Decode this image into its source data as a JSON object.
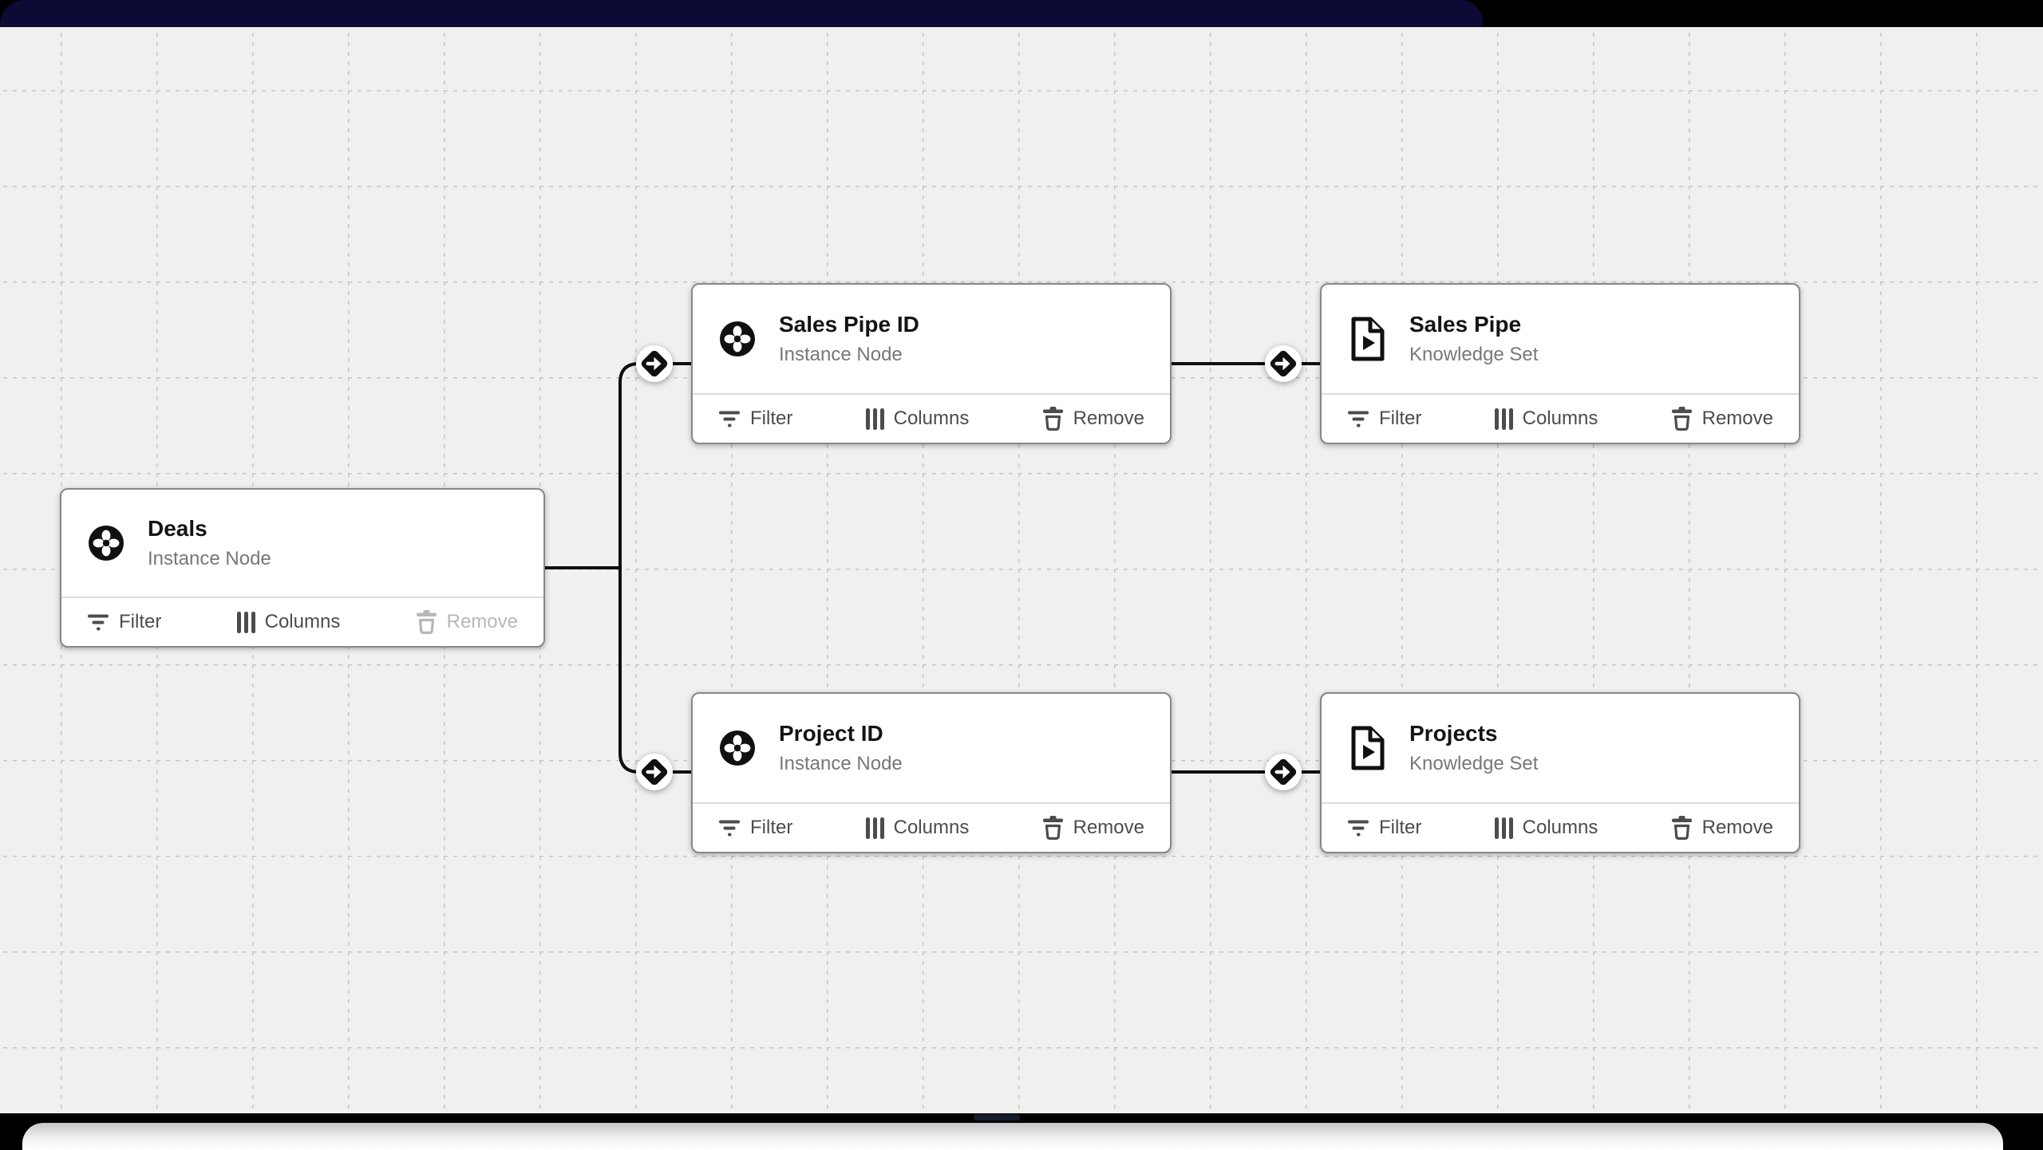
{
  "colors": {
    "top_bar_navy": "#0e0a36",
    "frame_black": "#000000",
    "canvas_background": "#f0f0ee",
    "grid_line": "#c6c6c6",
    "edge_line": "#0f0f0f",
    "card_border": "#888888",
    "title_text": "#141414",
    "subtitle_text": "#777777",
    "footer_text": "#4c4c4c",
    "disabled_text": "#b7b7b7"
  },
  "nodes": [
    {
      "title": "Deals",
      "subtitle": "Instance Node",
      "type": "instance-node",
      "actions": {
        "filter": "Filter",
        "columns": "Columns",
        "remove": "Remove"
      },
      "remove_disabled": true
    },
    {
      "title": "Sales Pipe ID",
      "subtitle": "Instance Node",
      "type": "instance-node",
      "actions": {
        "filter": "Filter",
        "columns": "Columns",
        "remove": "Remove"
      },
      "remove_disabled": false
    },
    {
      "title": "Sales Pipe",
      "subtitle": "Knowledge Set",
      "type": "knowledge-set",
      "actions": {
        "filter": "Filter",
        "columns": "Columns",
        "remove": "Remove"
      },
      "remove_disabled": false
    },
    {
      "title": "Project ID",
      "subtitle": "Instance Node",
      "type": "instance-node",
      "actions": {
        "filter": "Filter",
        "columns": "Columns",
        "remove": "Remove"
      },
      "remove_disabled": false
    },
    {
      "title": "Projects",
      "subtitle": "Knowledge Set",
      "type": "knowledge-set",
      "actions": {
        "filter": "Filter",
        "columns": "Columns",
        "remove": "Remove"
      },
      "remove_disabled": false
    }
  ]
}
